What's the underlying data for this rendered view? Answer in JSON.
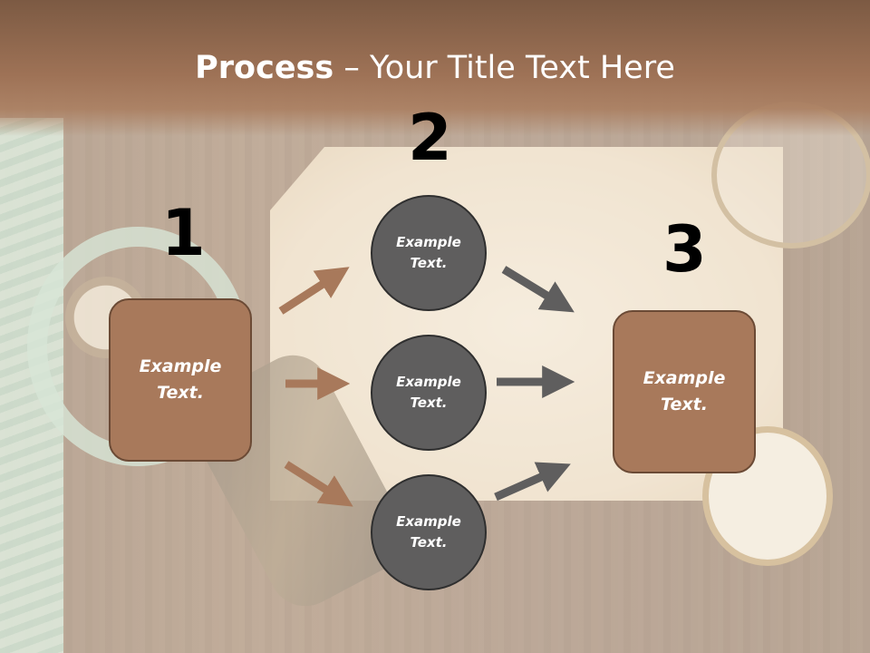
{
  "slide": {
    "title_bold": "Process",
    "title_rest": " – Your Title Text Here"
  },
  "steps": {
    "step1_number": "1",
    "step2_number": "2",
    "step3_number": "3"
  },
  "left_box": {
    "text": "Example Text."
  },
  "circles": [
    {
      "text": "Example Text."
    },
    {
      "text": "Example Text."
    },
    {
      "text": "Example Text."
    }
  ],
  "right_box": {
    "text": "Example Text."
  },
  "colors": {
    "box_fill": "#a8795b",
    "circle_fill": "#5f5e5e",
    "left_arrows": "#a8795b",
    "right_arrows": "#5f5e5e",
    "title_band": "#9e7256"
  }
}
